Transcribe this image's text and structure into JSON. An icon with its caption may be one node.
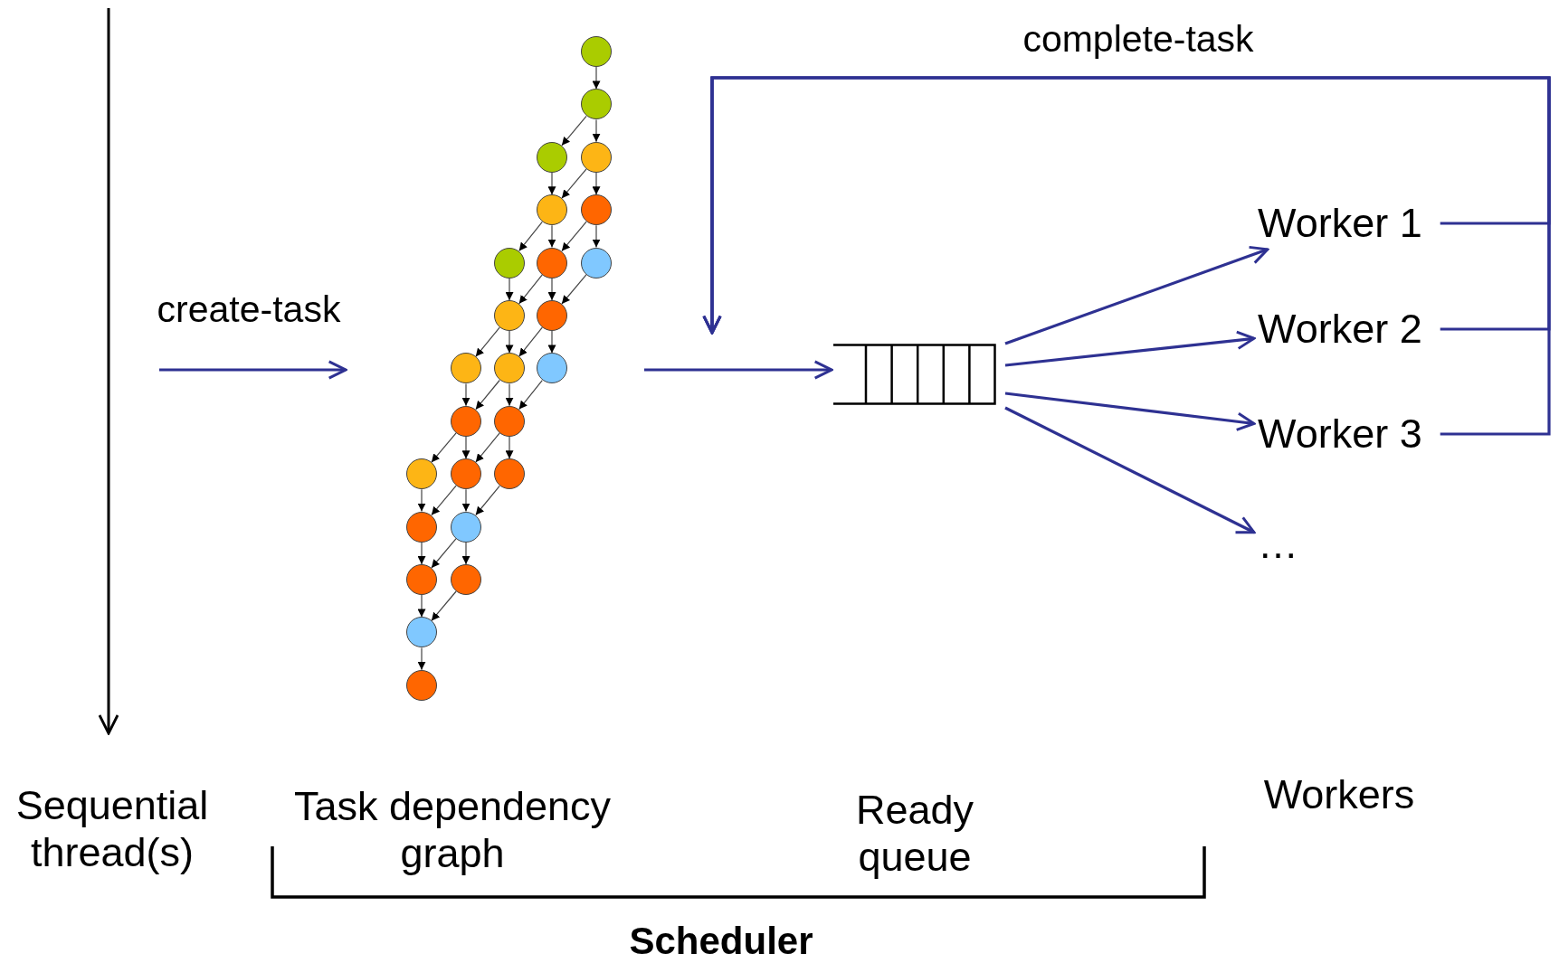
{
  "diagram": {
    "nodes": [
      {
        "text": [],
        "shape": "circle"
      },
      {
        "text": [],
        "shape": "circle"
      },
      {
        "text": [],
        "shape": "circle"
      },
      {
        "text": [],
        "shape": "circle"
      },
      {
        "text": [],
        "shape": "circle"
      },
      {
        "text": [],
        "shape": "circle"
      },
      {
        "text": [],
        "shape": "circle"
      },
      {
        "text": [],
        "shape": "circle"
      },
      {
        "text": [],
        "shape": "circle"
      },
      {
        "text": [],
        "shape": "circle"
      },
      {
        "text": [],
        "shape": "circle"
      },
      {
        "text": [],
        "shape": "circle"
      },
      {
        "text": [],
        "shape": "circle"
      },
      {
        "text": [],
        "shape": "circle"
      },
      {
        "text": [],
        "shape": "circle"
      },
      {
        "text": [],
        "shape": "circle"
      },
      {
        "text": [],
        "shape": "circle"
      },
      {
        "text": [],
        "shape": "circle"
      },
      {
        "text": [],
        "shape": "circle"
      },
      {
        "text": [],
        "shape": "circle"
      },
      {
        "text": [],
        "shape": "circle"
      },
      {
        "text": [],
        "shape": "circle"
      },
      {
        "text": [],
        "shape": "circle"
      },
      {
        "text": [],
        "shape": "circle"
      },
      {
        "text": [],
        "shape": "circle"
      },
      {
        "text": [],
        "shape": "box"
      },
      {
        "text": [
          "Worker 1"
        ]
      },
      {
        "text": [
          "Worker 2"
        ]
      },
      {
        "text": [
          "Worker 3"
        ]
      },
      {
        "text": [
          "…"
        ]
      }
    ],
    "edges": [
      {
        "from": 0,
        "to": 1,
        "arrow": "to"
      },
      {
        "from": 1,
        "to": 2,
        "arrow": "to"
      },
      {
        "from": 1,
        "to": 3,
        "arrow": "to"
      },
      {
        "from": 2,
        "to": 4,
        "arrow": "to"
      },
      {
        "from": 3,
        "to": 4,
        "arrow": "to"
      },
      {
        "from": 3,
        "to": 5,
        "arrow": "to"
      },
      {
        "from": 4,
        "to": 6,
        "arrow": "to"
      },
      {
        "from": 4,
        "to": 7,
        "arrow": "to"
      },
      {
        "from": 5,
        "to": 7,
        "arrow": "to"
      },
      {
        "from": 5,
        "to": 8,
        "arrow": "to"
      },
      {
        "from": 6,
        "to": 9,
        "arrow": "to"
      },
      {
        "from": 7,
        "to": 9,
        "arrow": "to"
      },
      {
        "from": 7,
        "to": 10,
        "arrow": "to"
      },
      {
        "from": 8,
        "to": 10,
        "arrow": "to"
      },
      {
        "from": 9,
        "to": 11,
        "arrow": "to"
      },
      {
        "from": 9,
        "to": 12,
        "arrow": "to"
      },
      {
        "from": 10,
        "to": 12,
        "arrow": "to"
      },
      {
        "from": 10,
        "to": 13,
        "arrow": "to"
      },
      {
        "from": 11,
        "to": 14,
        "arrow": "to"
      },
      {
        "from": 12,
        "to": 14,
        "arrow": "to"
      },
      {
        "from": 12,
        "to": 15,
        "arrow": "to"
      },
      {
        "from": 13,
        "to": 15,
        "arrow": "to"
      },
      {
        "from": 14,
        "to": 16,
        "arrow": "to"
      },
      {
        "from": 14,
        "to": 17,
        "arrow": "to"
      },
      {
        "from": 15,
        "to": 17,
        "arrow": "to"
      },
      {
        "from": 15,
        "to": 18,
        "arrow": "to"
      },
      {
        "from": 16,
        "to": 19,
        "arrow": "to"
      },
      {
        "from": 17,
        "to": 19,
        "arrow": "to"
      },
      {
        "from": 17,
        "to": 20,
        "arrow": "to"
      },
      {
        "from": 18,
        "to": 20,
        "arrow": "to"
      },
      {
        "from": 19,
        "to": 21,
        "arrow": "to"
      },
      {
        "from": 20,
        "to": 21,
        "arrow": "to"
      },
      {
        "from": 20,
        "to": 22,
        "arrow": "to"
      },
      {
        "from": 21,
        "to": 23,
        "arrow": "to"
      },
      {
        "from": 22,
        "to": 23,
        "arrow": "to"
      },
      {
        "from": 23,
        "to": 24,
        "arrow": "to"
      },
      {
        "from": null,
        "to": 25,
        "arrow": "to",
        "color": "#2e3192"
      },
      {
        "from": 25,
        "to": 26,
        "arrow": "to",
        "color": "#2e3192"
      },
      {
        "from": 25,
        "to": 27,
        "arrow": "to",
        "color": "#2e3192"
      },
      {
        "from": 25,
        "to": 28,
        "arrow": "to",
        "color": "#2e3192"
      },
      {
        "from": 25,
        "to": 29,
        "arrow": "to",
        "color": "#2e3192"
      },
      {
        "from": 26,
        "to": null,
        "arrow": "to",
        "label": "complete-task",
        "color": "#2e3192"
      },
      {
        "from": 27,
        "to": null,
        "arrow": "to",
        "color": "#2e3192"
      },
      {
        "from": 28,
        "to": null,
        "arrow": "to",
        "color": "#2e3192"
      }
    ],
    "labels": [
      "create-task",
      "Sequential thread(s)",
      "Task dependency graph",
      "Ready queue",
      "Workers",
      "Scheduler"
    ]
  }
}
